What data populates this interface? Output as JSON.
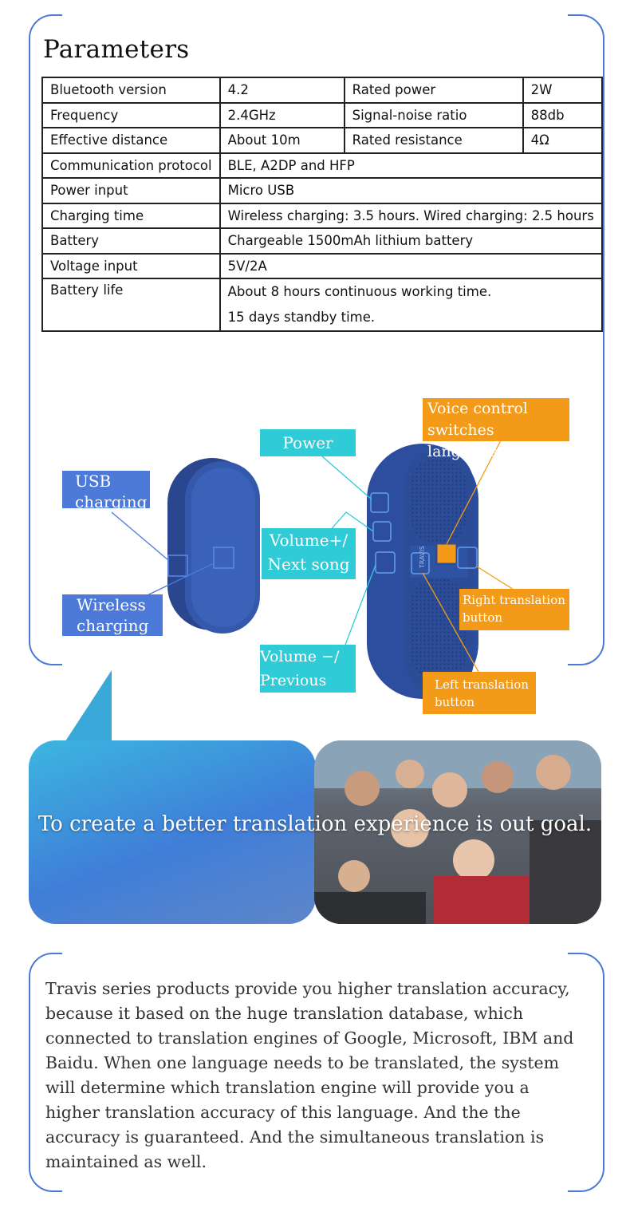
{
  "parameters": {
    "title": "Parameters",
    "rows": [
      [
        "Bluetooth version",
        "4.2",
        "Rated power",
        "2W"
      ],
      [
        "Frequency",
        "2.4GHz",
        "Signal-noise ratio",
        "88db"
      ],
      [
        "Effective distance",
        "About 10m",
        "Rated resistance",
        "4Ω"
      ],
      [
        "Communication protocol",
        "BLE, A2DP and HFP"
      ],
      [
        "Power input",
        "Micro USB"
      ],
      [
        "Charging time",
        "Wireless charging: 3.5 hours. Wired charging: 2.5 hours"
      ],
      [
        "Battery",
        "Chargeable 1500mAh lithium battery"
      ],
      [
        "Voltage input",
        "5V/2A"
      ]
    ],
    "battery_life": {
      "label": "Battery life",
      "line1": "About 8 hours continuous working time.",
      "line2": "15 days standby time."
    }
  },
  "diagram": {
    "usb_charging": [
      "USB",
      "charging"
    ],
    "wireless_charging": [
      "Wireless",
      "charging"
    ],
    "power": "Power",
    "volume_up": [
      "Volume+/",
      "Next song"
    ],
    "volume_down": [
      "Volume −/",
      "Previous song"
    ],
    "voice_control": [
      "Voice control",
      "switches languages"
    ],
    "right_translation": [
      "Right translation",
      "button"
    ],
    "left_translation": [
      "Left translation",
      "button"
    ],
    "device_brand": "TRAVIS",
    "colors": {
      "blue_callout": "#4d7ad9",
      "cyan_callout": "#2fcbd6",
      "orange_callout": "#f49a19",
      "device": "#2d4e9e"
    }
  },
  "banner": {
    "text": "To create a better translation experience is out goal."
  },
  "description": "Travis series products provide you higher translation accuracy, because it based on the huge translation database, which connected to translation engines of Google, Microsoft, IBM and Baidu. When one language needs to be translated, the system will determine which translation engine will provide you a higher translation accuracy of this language. And the the accuracy is guaranteed. And the simultaneous translation is maintained as well."
}
